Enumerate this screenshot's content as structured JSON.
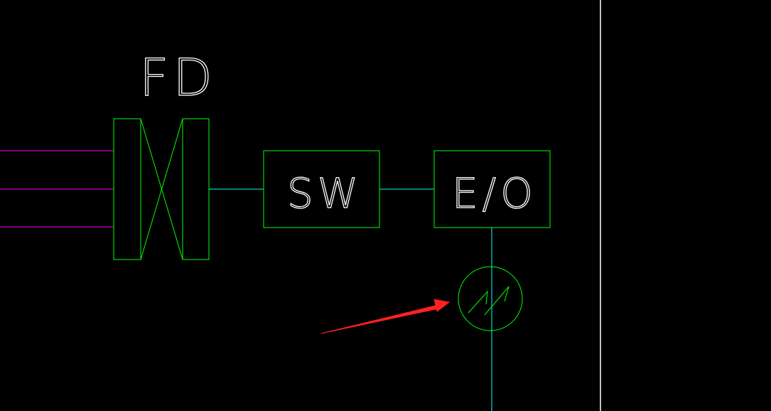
{
  "drawing": {
    "background": "#000000",
    "colors": {
      "box": "#00ff00",
      "connector": "#00ffff",
      "cable": "#ff00ff",
      "text": "#ffffff",
      "border": "#ffffff",
      "annotation_arrow": "#ff2020"
    },
    "labels": {
      "fd": "FD",
      "sw": "SW",
      "eo": "E/O"
    },
    "symbols": {
      "fd": "distribution-frame",
      "switch": "switch-box",
      "eo": "optical-converter-box",
      "junction": "circle-with-double-slash"
    }
  }
}
